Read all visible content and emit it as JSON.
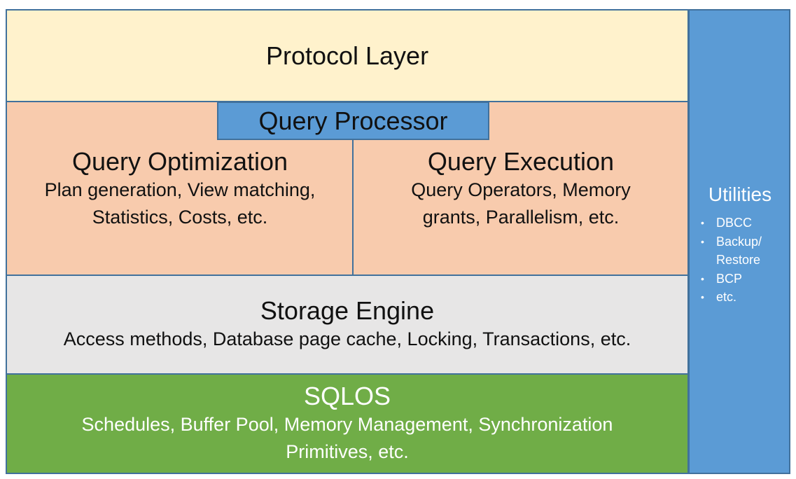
{
  "protocol_layer": {
    "title": "Protocol Layer"
  },
  "query_processor": {
    "label": "Query Processor",
    "optimization": {
      "title": "Query Optimization",
      "detail_line1": "Plan generation, View matching,",
      "detail_line2": "Statistics, Costs, etc."
    },
    "execution": {
      "title": "Query Execution",
      "detail_line1": "Query Operators, Memory",
      "detail_line2": "grants, Parallelism, etc."
    }
  },
  "storage_engine": {
    "title": "Storage Engine",
    "detail": "Access methods, Database page cache, Locking, Transactions, etc."
  },
  "sqlos": {
    "title": "SQLOS",
    "detail_line1": "Schedules, Buffer Pool, Memory Management, Synchronization",
    "detail_line2": "Primitives, etc."
  },
  "utilities": {
    "title": "Utilities",
    "items": [
      "DBCC",
      "Backup/ Restore",
      "BCP",
      "etc."
    ]
  },
  "colors": {
    "protocol_bg": "#fff2cc",
    "query_bg": "#f8cbad",
    "query_label_bg": "#5b9bd5",
    "storage_bg": "#e7e6e6",
    "sqlos_bg": "#70ad47",
    "utilities_bg": "#5b9bd5",
    "border": "#41719c"
  }
}
